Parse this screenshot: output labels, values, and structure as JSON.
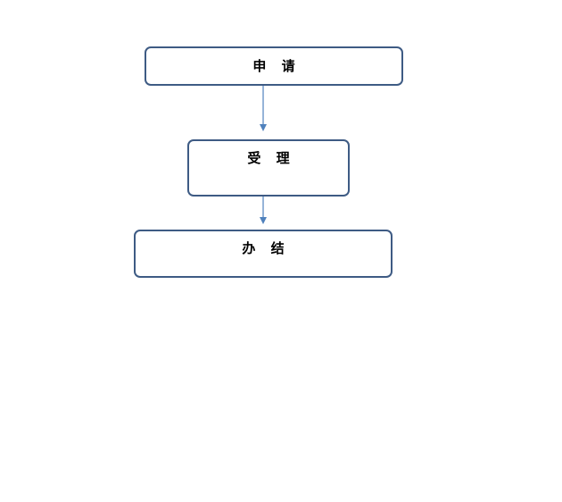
{
  "flowchart": {
    "steps": [
      {
        "label": "申 请"
      },
      {
        "label": "受 理"
      },
      {
        "label": "办 结"
      }
    ],
    "colors": {
      "box_border": "#3e5b84",
      "arrow": "#4f81bd",
      "text": "#000000",
      "background": "#ffffff"
    }
  }
}
